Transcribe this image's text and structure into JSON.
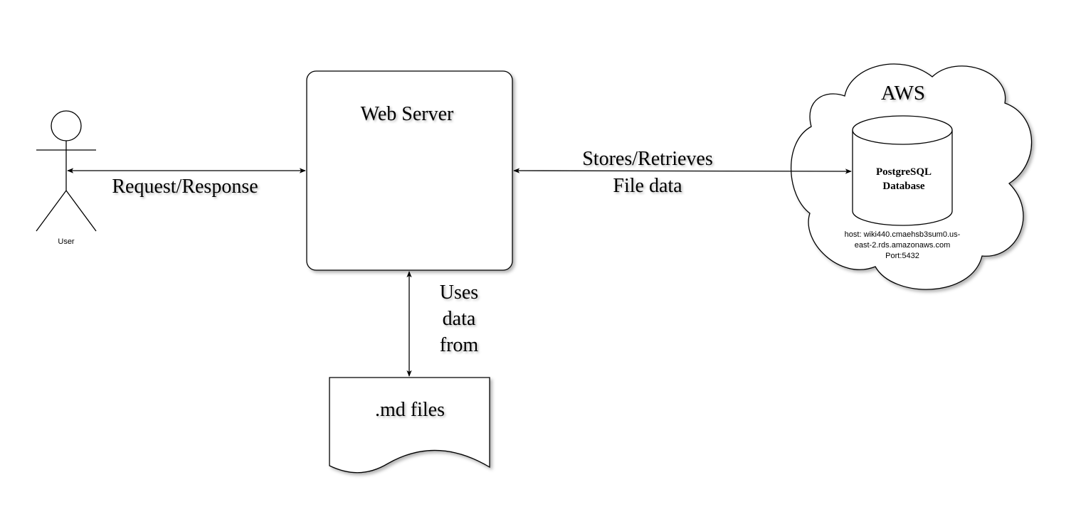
{
  "actor": {
    "label": "User"
  },
  "web_server": {
    "label": "Web Server"
  },
  "md_files": {
    "label": ".md files"
  },
  "cloud": {
    "label": "AWS"
  },
  "database": {
    "label_line1": "PostgreSQL",
    "label_line2": "Database",
    "host_line1": "host: wiki440.cmaehsb3sum0.us-",
    "host_line2": "east-2.rds.amazonaws.com",
    "port_line": "Port:5432"
  },
  "edges": {
    "user_server": "Request/Response",
    "server_db_line1": "Stores/Retrieves",
    "server_db_line2": "File data",
    "server_files_line1": "Uses",
    "server_files_line2": "data",
    "server_files_line3": "from"
  }
}
